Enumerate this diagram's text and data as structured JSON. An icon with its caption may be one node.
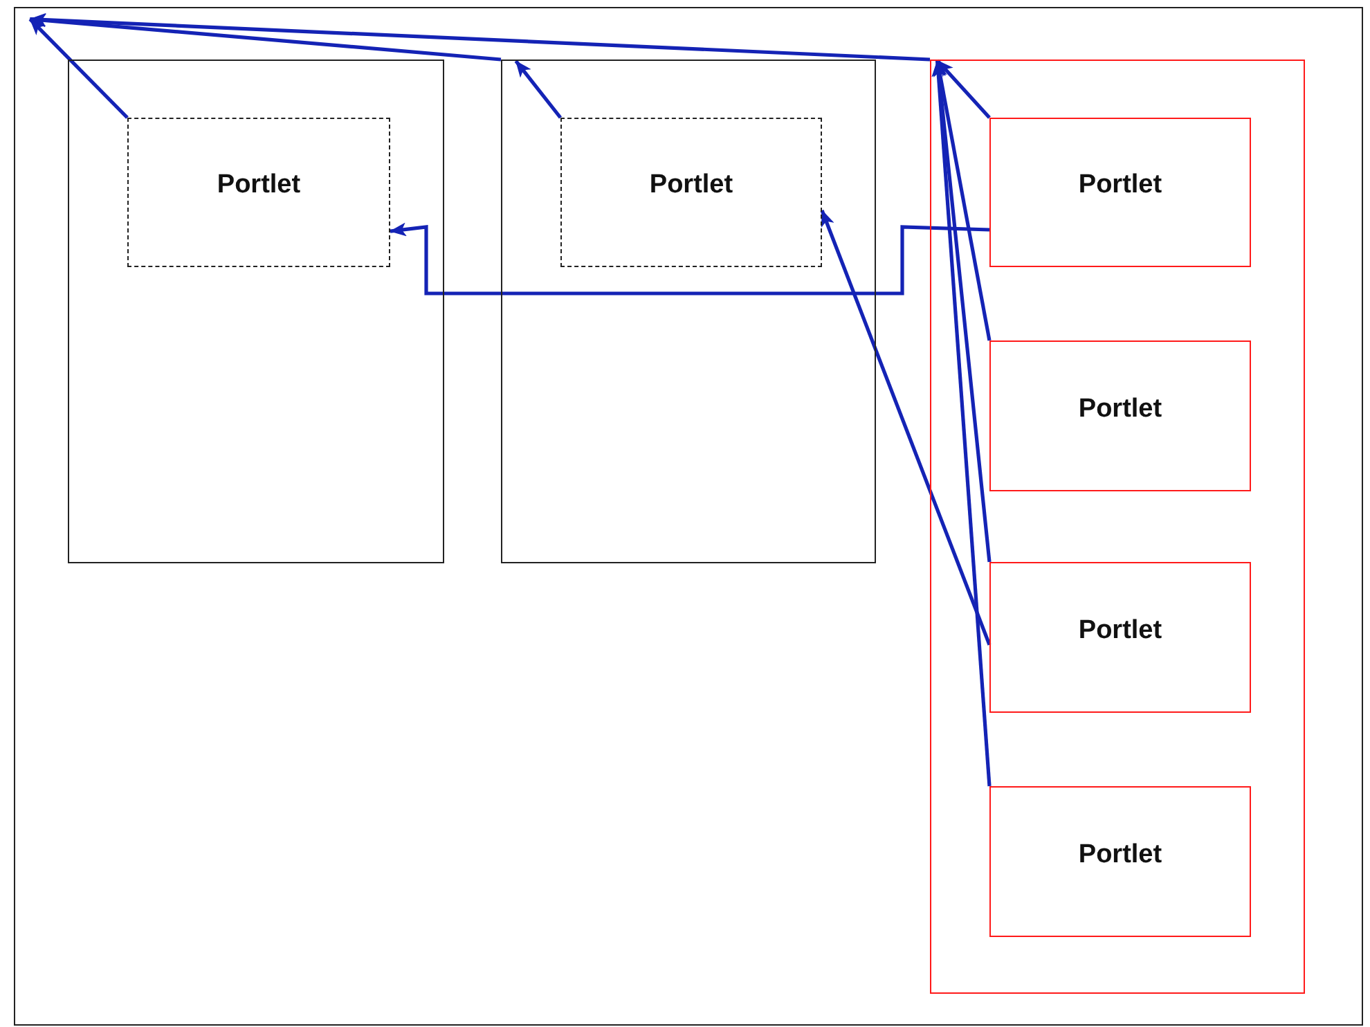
{
  "diagram": {
    "nodes": [
      {
        "text": [],
        "shape": "box"
      },
      {
        "text": [],
        "shape": "box",
        "in": 0
      },
      {
        "text": [
          "Portlet"
        ],
        "in": 1
      },
      {
        "text": [],
        "shape": "box",
        "in": 0
      },
      {
        "text": [
          "Portlet"
        ],
        "in": 3
      },
      {
        "text": [],
        "shape": "box",
        "in": 0
      },
      {
        "text": [
          "Portlet"
        ],
        "in": 5
      },
      {
        "text": [
          "Portlet"
        ],
        "in": 5
      },
      {
        "text": [
          "Portlet"
        ],
        "in": 5
      },
      {
        "text": [
          "Portlet"
        ],
        "in": 5
      }
    ],
    "edges": [
      {
        "from": 2,
        "to": 0,
        "arrow": "to"
      },
      {
        "from": 4,
        "to": 3,
        "arrow": "to"
      },
      {
        "from": 3,
        "to": 0,
        "arrow": "to"
      },
      {
        "from": 5,
        "to": 0,
        "arrow": "to"
      },
      {
        "from": 6,
        "to": 5,
        "arrow": "to"
      },
      {
        "from": 7,
        "to": 5,
        "arrow": "to"
      },
      {
        "from": 8,
        "to": 5,
        "arrow": "to"
      },
      {
        "from": 9,
        "to": 5,
        "arrow": "to"
      },
      {
        "from": 6,
        "to": 2,
        "arrow": "to"
      },
      {
        "from": 8,
        "to": 4,
        "arrow": "to"
      }
    ]
  }
}
